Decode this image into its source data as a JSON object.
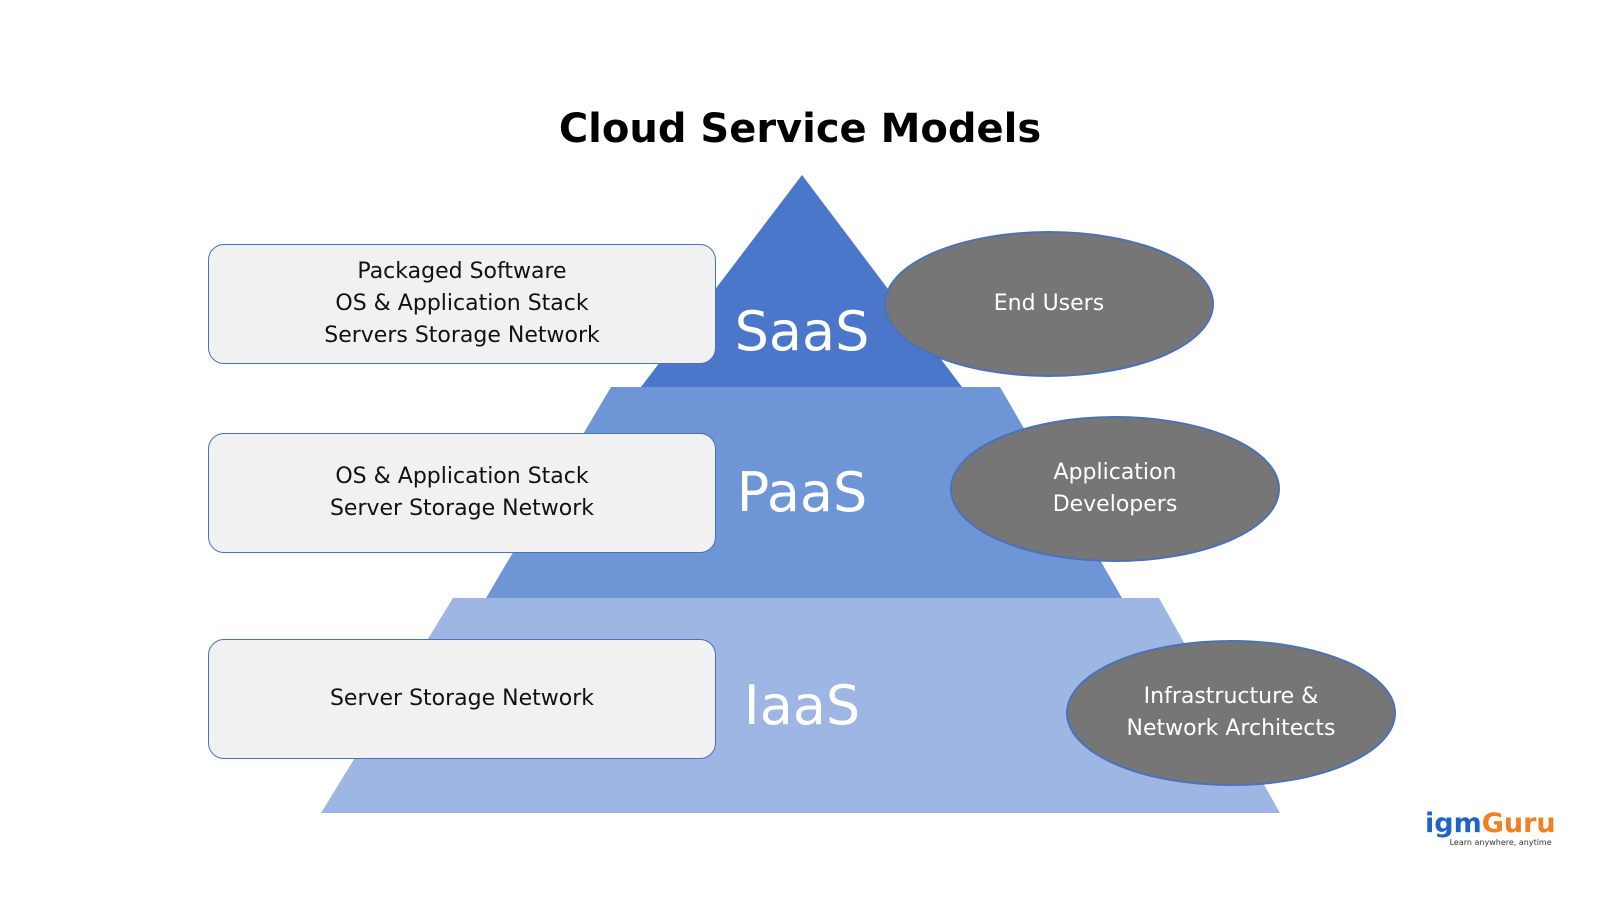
{
  "title": "Cloud Service Models",
  "colors": {
    "saas": "#4a77c9",
    "paas": "#6e95d6",
    "iaas": "#9db6e3",
    "ellipse": "#767676",
    "box_border": "#4a72b8"
  },
  "tiers": [
    {
      "label": "SaaS",
      "components": [
        "Packaged Software",
        "OS & Application Stack",
        "Servers Storage Network"
      ],
      "audience": [
        "End Users"
      ]
    },
    {
      "label": "PaaS",
      "components": [
        "OS & Application Stack",
        "Server Storage Network"
      ],
      "audience": [
        "Application",
        "Developers"
      ]
    },
    {
      "label": "IaaS",
      "components": [
        "Server Storage Network"
      ],
      "audience": [
        "Infrastructure &",
        "Network Architects"
      ]
    }
  ],
  "logo": {
    "brand_part1": "igm",
    "brand_part2": "Guru",
    "tagline": "Learn anywhere, anytime"
  }
}
